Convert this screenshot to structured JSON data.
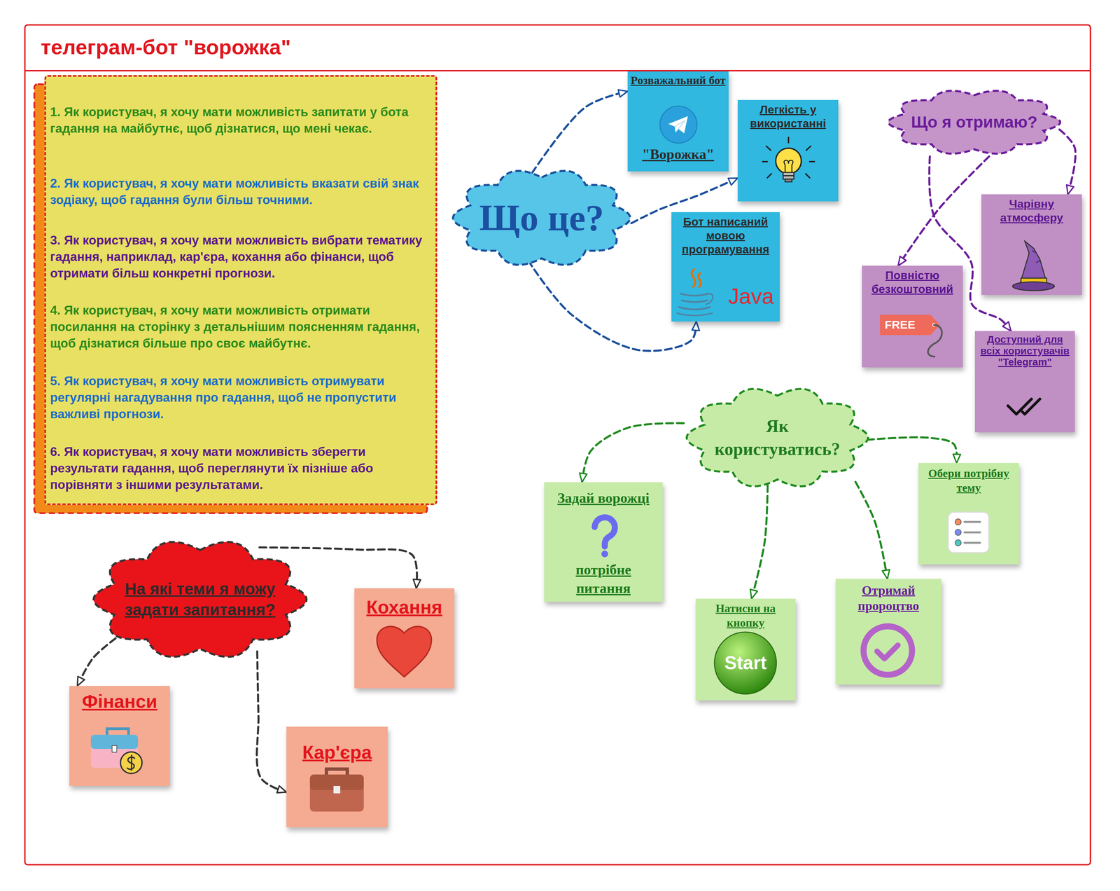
{
  "diagram": {
    "title": "телеграм-бот \"ворожка\"",
    "nodes": [
      {
        "text": [
          "1. Як користувач, я хочу мати можливість запитати у бота гадання на майбутнє, щоб дізнатися, що мені чекає.",
          "2. Як користувач, я хочу мати можливість вказати свій знак зодіаку, щоб гадання були більш точними.",
          "3. Як користувач, я хочу мати можливість вибрати тематику гадання, наприклад, кар'єра, кохання або фінанси, щоб отримати більш конкретні прогнози.",
          "4. Як користувач, я хочу мати можливість отримати посилання на сторінку з детальнішим поясненням гадання, щоб дізнатися більше про своє майбутнє.",
          "5. Як користувач, я хочу мати можливість отримувати регулярні нагадування про гадання, щоб не пропустити важливі прогнози.",
          "6. Як користувач, я хочу мати можливість зберегти результати гадання, щоб переглянути їх пізніше або порівняти з іншими результатами."
        ]
      },
      {
        "text": [
          "Що це?"
        ]
      },
      {
        "text": [
          "Розважальний бот",
          "\"Ворожка\""
        ]
      },
      {
        "text": [
          "Легкість у використанні"
        ]
      },
      {
        "text": [
          "Бот написаний мовою програмування",
          "Java"
        ]
      },
      {
        "text": [
          "Що я отримаю?"
        ]
      },
      {
        "text": [
          "Чарівну атмосферу"
        ]
      },
      {
        "text": [
          "Повністю безкоштовний",
          "FREE"
        ]
      },
      {
        "text": [
          "Доступний для всіх користувачів \"Telegram\""
        ]
      },
      {
        "text": [
          "Як користуватись?"
        ]
      },
      {
        "text": [
          "Задай ворожці",
          "потрібне питання"
        ]
      },
      {
        "text": [
          "Натисни на кнопку",
          "Start"
        ]
      },
      {
        "text": [
          "Отримай пророцтво"
        ]
      },
      {
        "text": [
          "Обери потрібну тему"
        ]
      },
      {
        "text": [
          "На які теми я можу задати запитання?"
        ]
      },
      {
        "text": [
          "Кохання"
        ]
      },
      {
        "text": [
          "Фінанси"
        ]
      },
      {
        "text": [
          "Кар'єра"
        ]
      }
    ],
    "edges": [
      {
        "from": 1,
        "to": 2,
        "arrow": "to"
      },
      {
        "from": 1,
        "to": 3,
        "arrow": "to"
      },
      {
        "from": 1,
        "to": 4,
        "arrow": "to"
      },
      {
        "from": 5,
        "to": 6,
        "arrow": "to"
      },
      {
        "from": 5,
        "to": 7,
        "arrow": "to"
      },
      {
        "from": 5,
        "to": 8,
        "arrow": "to"
      },
      {
        "from": 9,
        "to": 10,
        "arrow": "to"
      },
      {
        "from": 9,
        "to": 11,
        "arrow": "to"
      },
      {
        "from": 9,
        "to": 12,
        "arrow": "to"
      },
      {
        "from": 9,
        "to": 13,
        "arrow": "to"
      },
      {
        "from": 14,
        "to": 15,
        "arrow": "to"
      },
      {
        "from": 14,
        "to": 16,
        "arrow": "to"
      },
      {
        "from": 14,
        "to": 17,
        "arrow": "to"
      }
    ]
  }
}
